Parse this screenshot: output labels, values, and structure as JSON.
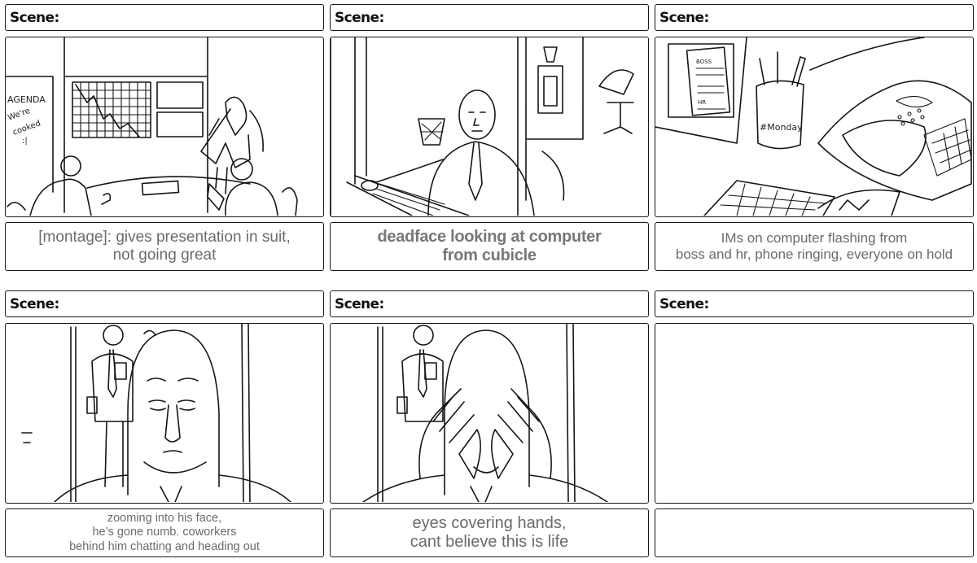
{
  "scene_label": "Scene:",
  "panels": [
    {
      "caption": "[montage]: gives presentation in suit,\nnot going great",
      "sketch_text": [
        "AGENDA",
        "We're",
        "cooked",
        ":|"
      ]
    },
    {
      "caption": "deadface looking at computer\nfrom cubicle"
    },
    {
      "caption": "IMs on computer flashing from\nboss and hr, phone ringing, everyone on hold",
      "sketch_text": [
        "BOSS",
        "HR",
        "#Monday"
      ]
    },
    {
      "caption": "zooming into his face,\nhe’s gone numb. coworkers\nbehind him chatting and heading out"
    },
    {
      "caption": "eyes covering hands,\ncant believe this is life"
    },
    {
      "caption": ""
    }
  ]
}
